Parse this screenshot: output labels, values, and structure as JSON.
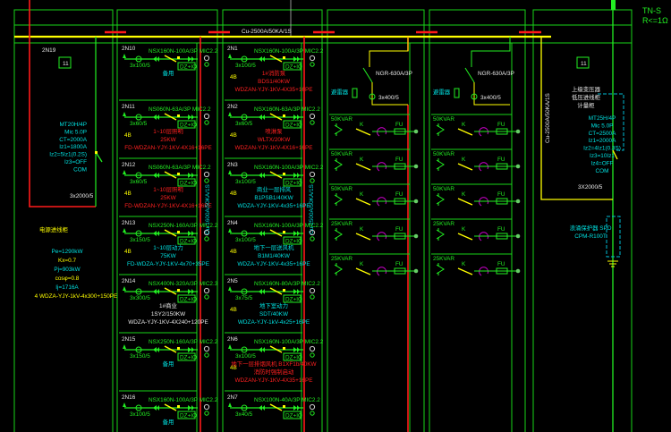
{
  "colors": {
    "frame": "#19d419",
    "bus": "#ffff00",
    "neutral": "#ff0000",
    "info": "#00e0e0",
    "green": "#22ee22"
  },
  "header": {
    "busbar": "Cu-2500A/50KA/1S",
    "system": "TN-S",
    "earthing": "R<=1Ω"
  },
  "incoming_left": {
    "id": "2N19",
    "tag": "11",
    "breaker": [
      "MT20H/4P",
      "Mic 5.0P",
      "CT=2000A",
      "Iz1=1800A",
      "Iz2=5Iz1(0.2S)",
      "Iz3=OFF",
      "COM"
    ],
    "ct": "3x2000/5",
    "summary_title": "电源进线柜",
    "summary": [
      "Pe=1290kW",
      "Kx=0.7",
      "Pj=903kW",
      "cosφ=0.8",
      "Ij=1716A"
    ],
    "cable": "4 WDZA-YJY-1kV-4x300+150PE"
  },
  "feeder_meter": "DZ+IO",
  "panel_a_busway": "Cu-1600A/50KA/1S",
  "panel_b_busway": "Cu-2500A/50KA/1S",
  "panel_a": [
    {
      "id": "2N10",
      "breaker": "NSX160N-100A/3P MIC2.2",
      "ct": "3x100/5",
      "tag": "",
      "color": "c",
      "lines": [
        "备用"
      ]
    },
    {
      "id": "2N11",
      "breaker": "NS060N-63A/3P MIC2.2",
      "ct": "3x60/5",
      "tag": "4B",
      "color": "r",
      "lines": [
        "1~10层照明",
        "25KW",
        "FD-WDZAN-YJY-1KV-4X16+16PE"
      ]
    },
    {
      "id": "2N12",
      "breaker": "NS060N-63A/3P MIC2.2",
      "ct": "3x60/5",
      "tag": "4B",
      "color": "r",
      "lines": [
        "1~10层照明",
        "25KW",
        "FD-WDZAN-YJY-1KV-4X16+16PE"
      ]
    },
    {
      "id": "2N13",
      "breaker": "NSX250N-160A/3P MIC2.2",
      "ct": "3x150/5",
      "tag": "4B",
      "color": "c",
      "lines": [
        "1~10层动力",
        "75KW",
        "FD-WDZA-YJY-1KV-4x70+35PE"
      ]
    },
    {
      "id": "2N14",
      "breaker": "NSX400N-320A/3P MIC2.3",
      "ct": "3x300/5",
      "tag": "",
      "color": "w",
      "lines": [
        "1#商业",
        "1SY2/150KW",
        "WDZA-YJY-1KV-4X240+120PE"
      ]
    },
    {
      "id": "2N15",
      "breaker": "NSX250N-160A/3P MIC2.2",
      "ct": "3x150/5",
      "tag": "",
      "color": "c",
      "lines": [
        "备用"
      ]
    },
    {
      "id": "2N16",
      "breaker": "NSX160N-100A/3P MIC2.2",
      "ct": "3x100/5",
      "tag": "",
      "color": "c",
      "lines": [
        "备用"
      ]
    }
  ],
  "panel_b": [
    {
      "id": "2N1",
      "breaker": "NSX160N-100A/3P MIC2.2",
      "ct": "3x100/5",
      "tag": "4B",
      "color": "r",
      "lines": [
        "1#消防泵",
        "BDS1/40KW",
        "WDZAN-YJY-1KV-4X35+16PE"
      ]
    },
    {
      "id": "2N2",
      "breaker": "NSX160N-63A/3P MIC2.2",
      "ct": "3x60/5",
      "tag": "4B",
      "color": "r",
      "lines": [
        "喷淋泵",
        "WLTX/20KW",
        "WDZAN-YJY-1KV-4X16+16PE"
      ]
    },
    {
      "id": "2N3",
      "breaker": "NSX160N-100A/3P MIC2.2",
      "ct": "3x100/5",
      "tag": "4B",
      "color": "c",
      "lines": [
        "商业一层排风",
        "B1PSB1/40KW",
        "WDZA-YJY-1KV-4x35+16PE"
      ]
    },
    {
      "id": "2N4",
      "breaker": "NSX160N-100A/3P MIC2.2",
      "ct": "3x100/5",
      "tag": "4B",
      "color": "c",
      "lines": [
        "地下一层送风机",
        "B1M1/40KW",
        "WDZA-YJY-1KV-4x35+16PE"
      ]
    },
    {
      "id": "2N5",
      "breaker": "NSX160N-80A/3P MIC2.2",
      "ct": "3x75/5",
      "tag": "4B",
      "color": "c",
      "lines": [
        "地下室动力",
        "SDT/40KW",
        "WDZA-YJY-1kV-4x25+16PE"
      ]
    },
    {
      "id": "2N6",
      "breaker": "NSX160N-100A/3P MIC2.2",
      "ct": "3x100/5",
      "tag": "4B",
      "color": "r",
      "lines": [
        "地下一层排烟风机 B1XF1b/40KW",
        "消防时强制启动",
        "WDZAN-YJY-1KV-4X35+16PE"
      ]
    },
    {
      "id": "2N7",
      "breaker": "NSX100N-40A/3P MIC2.2",
      "ct": "3x40/5",
      "tag": "",
      "color": "c",
      "lines": []
    }
  ],
  "capacitor": {
    "switch": "NGR-630A/3P",
    "ct": "3x400/5",
    "arrester": "避雷器",
    "k_label": "K",
    "fu_label": "FU",
    "steps": [
      "50KVAR",
      "50KVAR",
      "50KVAR",
      "25KVAR",
      "25KVAR"
    ]
  },
  "incoming_right": {
    "tag": "11",
    "notes": [
      "上级变压器",
      "低压进线柜",
      "计量柜"
    ],
    "breaker": [
      "MT25H/4P",
      "Mic 5.0P",
      "CT=2500A",
      "Iz1=2000A",
      "Iz2=4Iz1(0.3S)",
      "Iz3=10Iz1",
      "Iz4=OFF",
      "COM"
    ],
    "ct": "3X2000/5",
    "spd": [
      "浪涌保护器 SPD",
      "CPM-R100T"
    ]
  }
}
